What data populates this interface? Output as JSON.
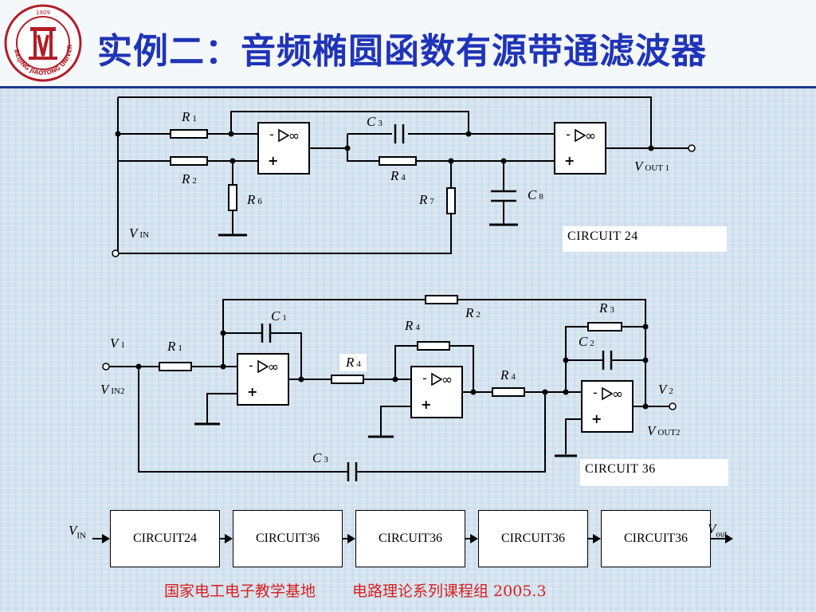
{
  "slide": {
    "title": "实例二：音频椭圆函数有源带通滤波器",
    "footer_left": "国家电工电子教学基地",
    "footer_right": "电路理论系列课程组 2005.3"
  },
  "logo": {
    "year": "1909",
    "arc_text": "BEIJING JIAOTONG UNIVERSITY",
    "colors": {
      "red": "#b21e28",
      "ring": "#c23a40"
    }
  },
  "circuit24": {
    "label": "CIRCUIT 24",
    "components": {
      "r1": {
        "sym": "R",
        "sub": "1"
      },
      "r2": {
        "sym": "R",
        "sub": "2"
      },
      "r4": {
        "sym": "R",
        "sub": "4"
      },
      "r6": {
        "sym": "R",
        "sub": "6"
      },
      "r7": {
        "sym": "R",
        "sub": "7"
      },
      "c3": {
        "sym": "C",
        "sub": "3"
      },
      "c8": {
        "sym": "C",
        "sub": "8"
      }
    },
    "vin": {
      "sym": "V",
      "sub": "IN"
    },
    "vout": {
      "sym": "V",
      "sub": "OUT 1"
    }
  },
  "circuit36": {
    "label": "CIRCUIT 36",
    "components": {
      "c1": {
        "sym": "C",
        "sub": "1"
      },
      "r1": {
        "sym": "R",
        "sub": "1"
      },
      "r2": {
        "sym": "R",
        "sub": "2"
      },
      "r4a": {
        "sym": "R",
        "sub": "4"
      },
      "r4b": {
        "sym": "R",
        "sub": "4"
      },
      "r4c": {
        "sym": "R",
        "sub": "4"
      },
      "r3": {
        "sym": "R",
        "sub": "3"
      },
      "c2": {
        "sym": "C",
        "sub": "2"
      },
      "c3": {
        "sym": "C",
        "sub": "3"
      }
    },
    "v1": {
      "sym": "V",
      "sub": "1"
    },
    "vin2": {
      "sym": "V",
      "sub": "IN2"
    },
    "v2": {
      "sym": "V",
      "sub": "2"
    },
    "vout2": {
      "sym": "V",
      "sub": "OUT2"
    }
  },
  "opamp": {
    "minus": "-",
    "plus": "+",
    "symbol": "▷∞"
  },
  "chain": {
    "vin": {
      "sym": "V",
      "sub": "IN"
    },
    "vout": {
      "sym": "V",
      "sub": "out"
    },
    "blocks": [
      "CIRCUIT24",
      "CIRCUIT36",
      "CIRCUIT36",
      "CIRCUIT36",
      "CIRCUIT36"
    ]
  }
}
